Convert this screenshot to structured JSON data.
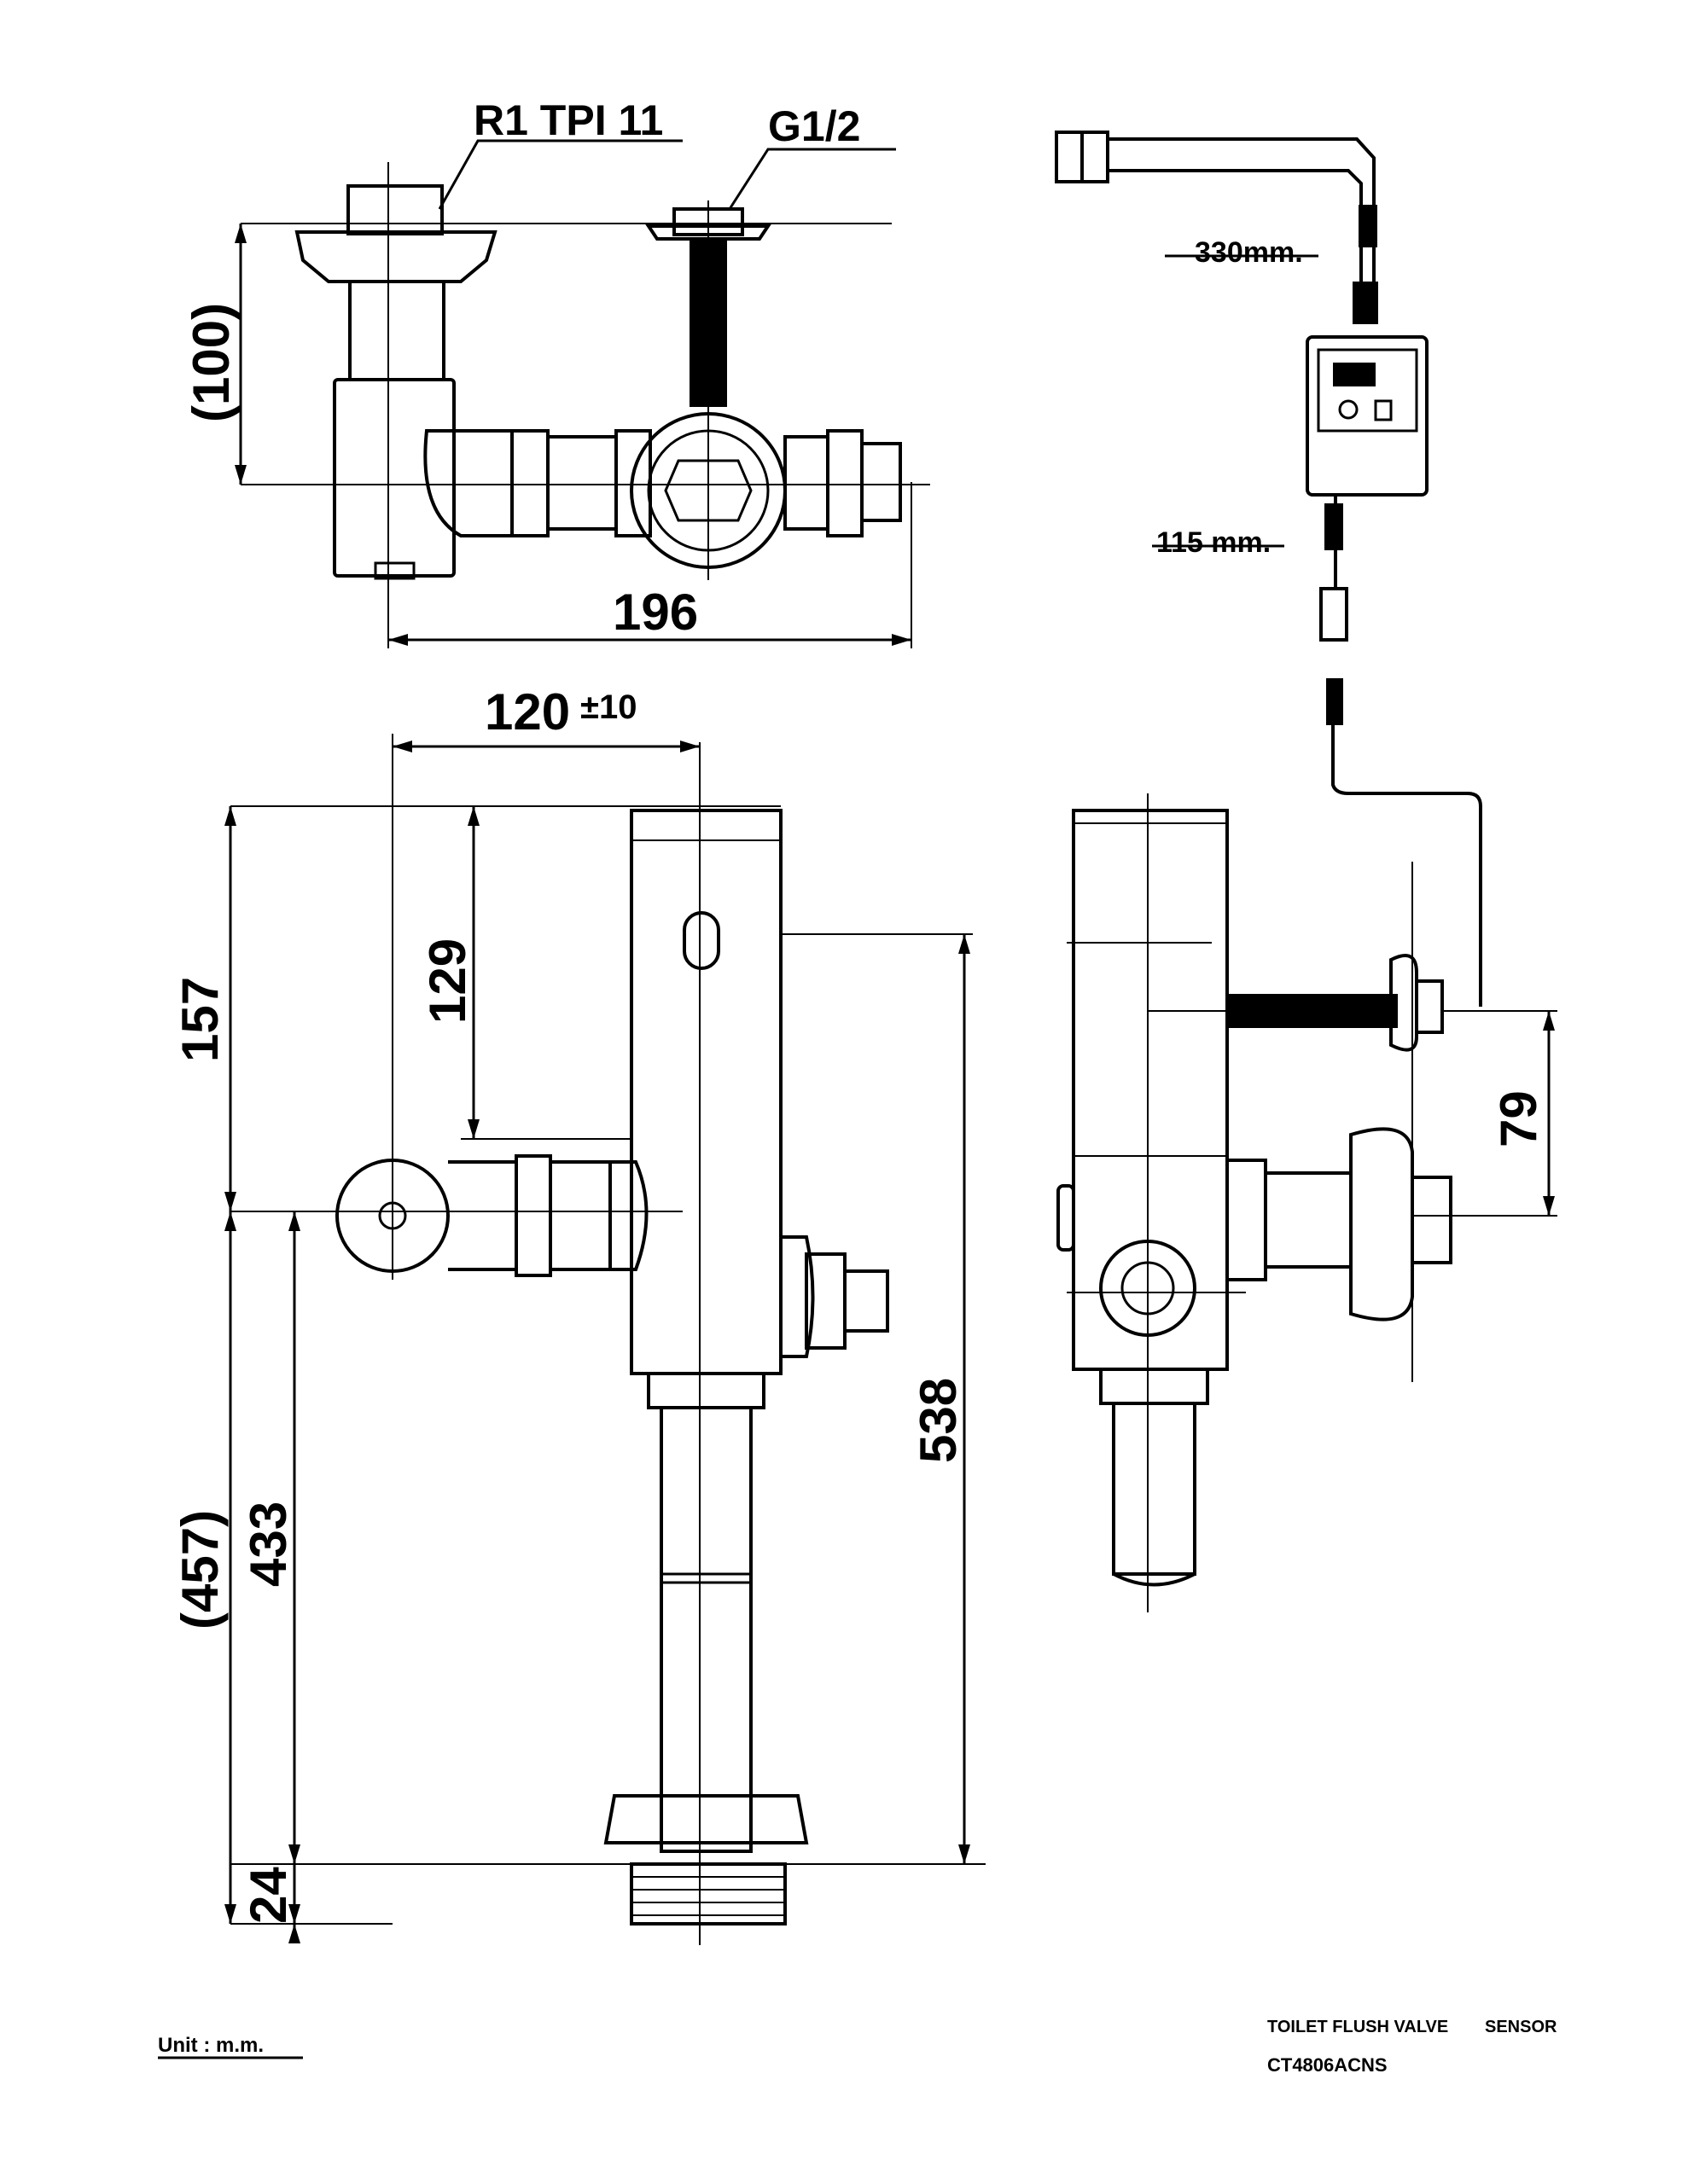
{
  "callouts": {
    "thread_r1": "R1 TPI 11",
    "thread_g12": "G1/2"
  },
  "dimensions": {
    "height_100": "(100)",
    "width_196": "196",
    "width_120": "120",
    "tolerance_120": "±10",
    "height_157": "157",
    "height_129": "129",
    "height_538": "538",
    "height_457": "(457)",
    "height_433": "433",
    "height_24": "24",
    "height_79": "79",
    "cable_330": "330mm.",
    "cable_115": "115 mm."
  },
  "footer": {
    "unit": "Unit : m.m.",
    "product_line": "TOILET FLUSH VALVE",
    "type": "SENSOR",
    "model": "CT4806ACNS"
  }
}
